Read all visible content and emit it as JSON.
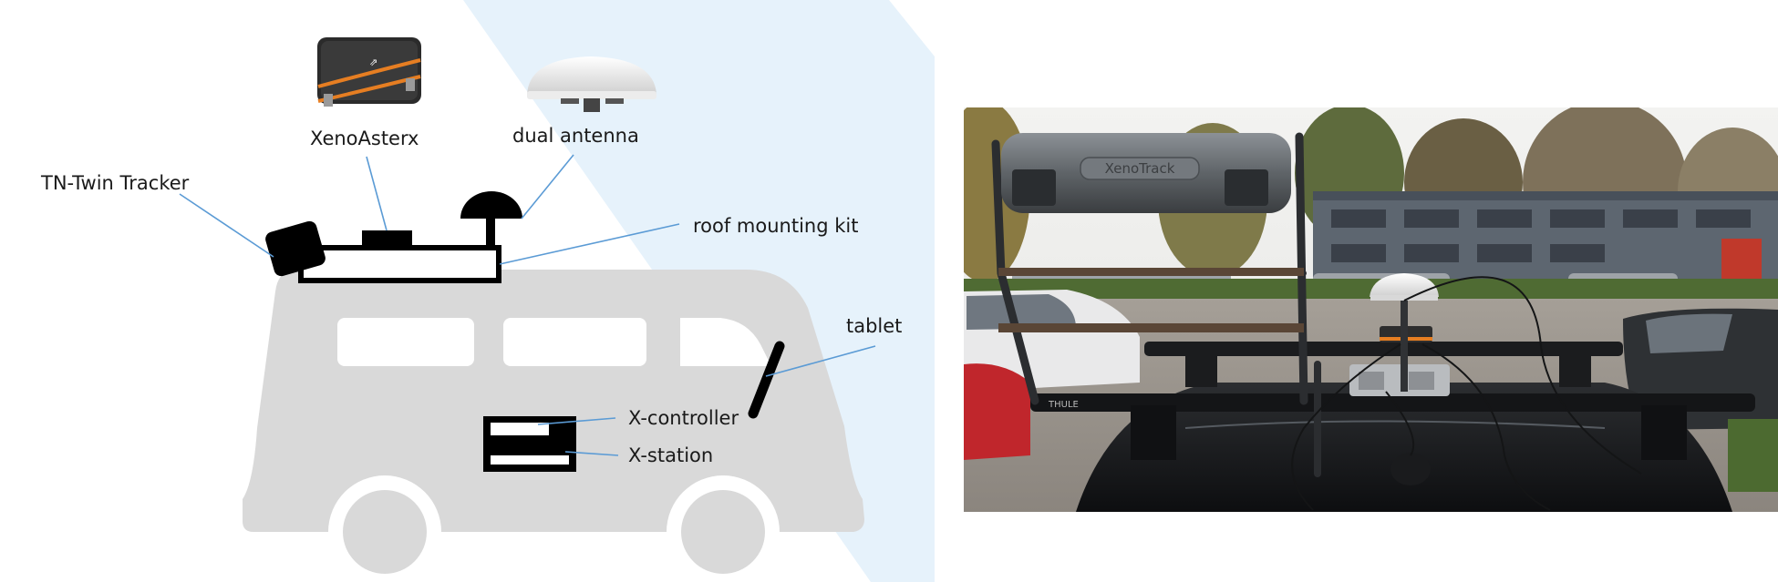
{
  "labels": {
    "tracker": "TN-Twin Tracker",
    "receiver": "XenoAsterx",
    "antenna": "dual antenna",
    "roof_kit": "roof mounting kit",
    "tablet": "tablet",
    "controller": "X-controller",
    "station": "X-station"
  },
  "photo": {
    "housing_text": "XenoTrack",
    "rack_brand": "THULE"
  },
  "colors": {
    "van": "#d9d9d9",
    "background_band": "#e6f2fb",
    "leader_line": "#5b9bd5",
    "equipment": "#000000",
    "receiver_accent": "#e67e22"
  }
}
